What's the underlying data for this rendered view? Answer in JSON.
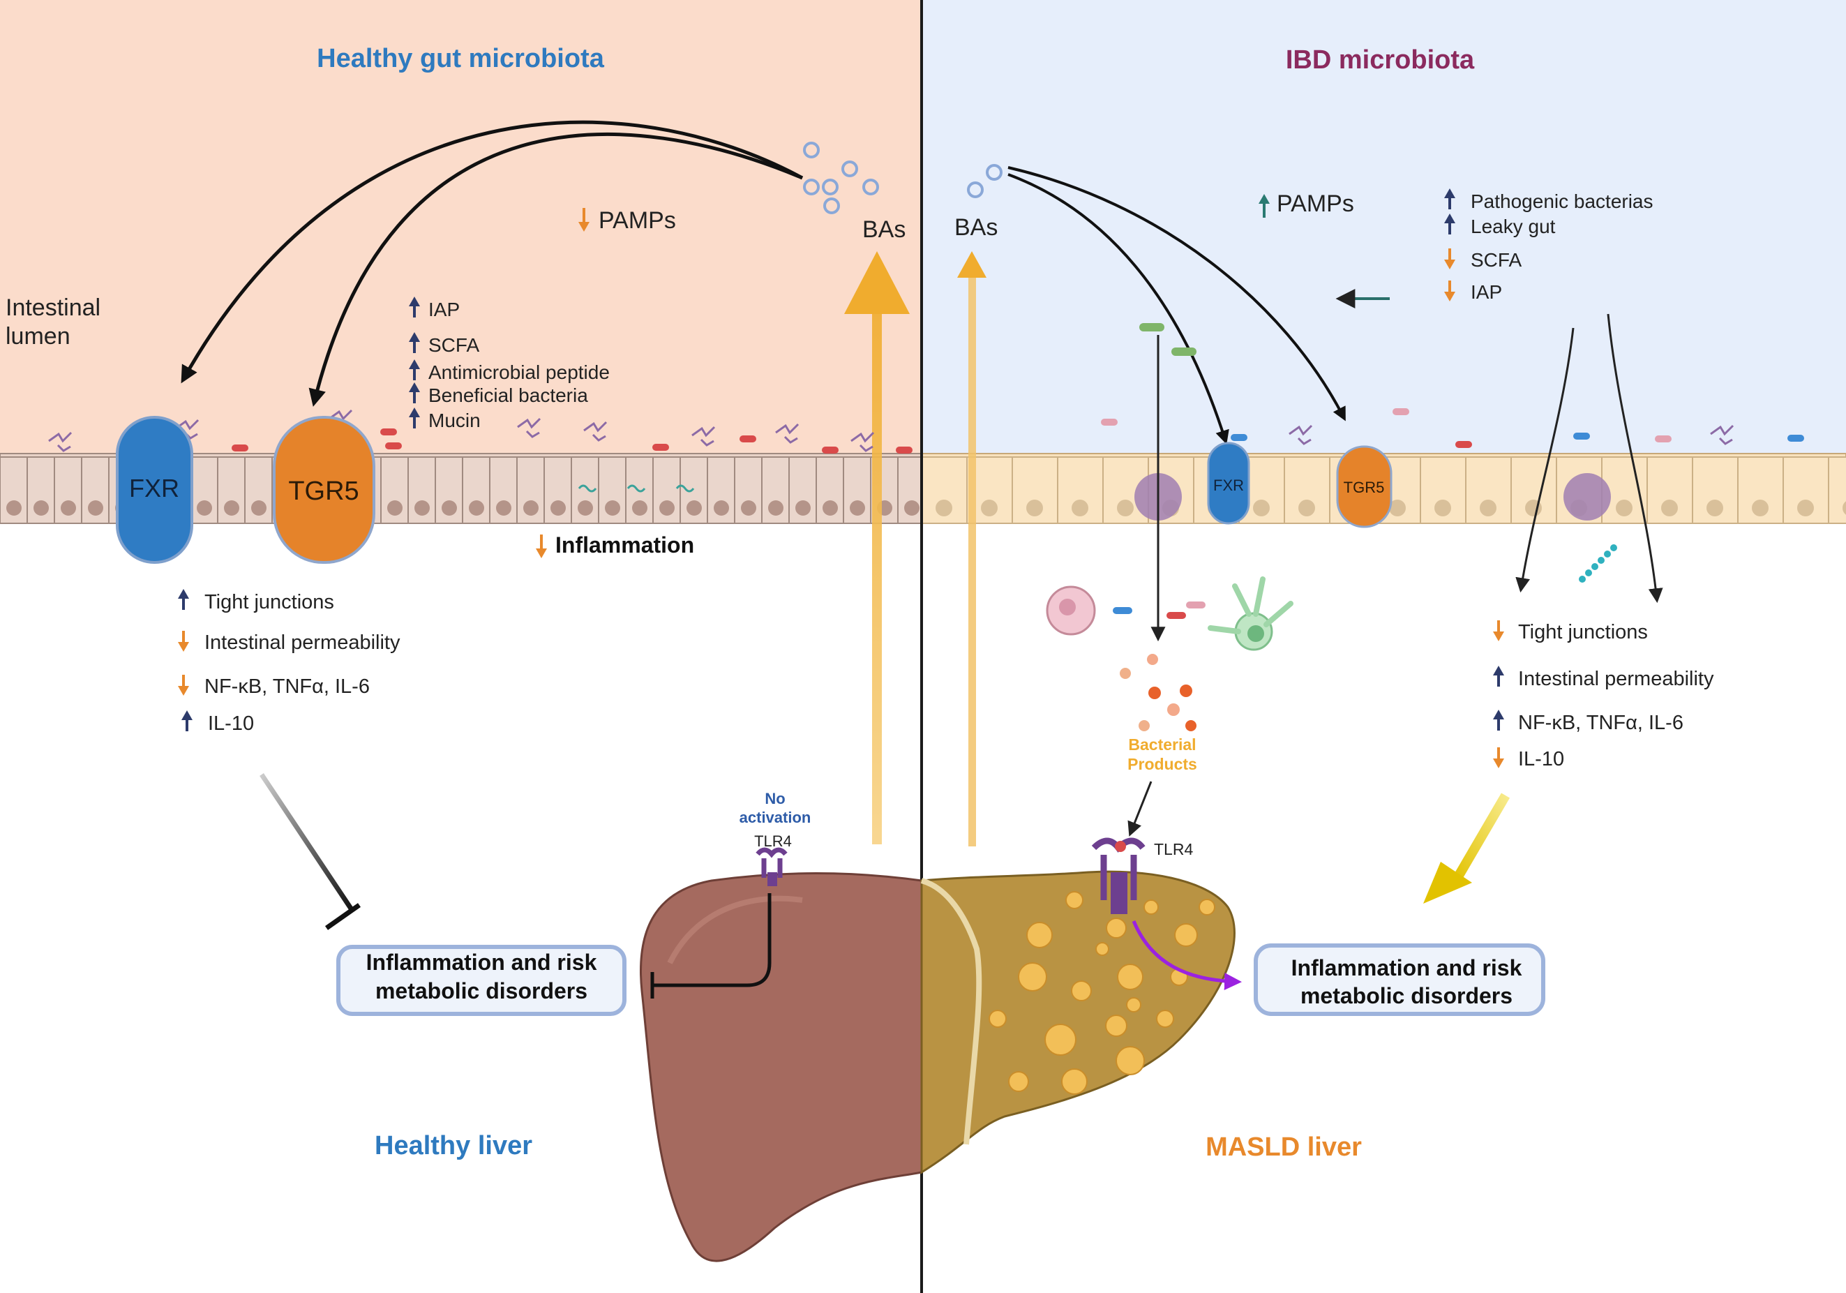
{
  "colors": {
    "healthy_bg": "#fbdccb",
    "ibd_bg": "#e6eefb",
    "healthy_title": "#2e7abf",
    "ibd_title": "#8b2a5e",
    "fxr": "#2f7cc4",
    "tgr5": "#e5832a",
    "ba_arrow": "#f0b23c",
    "up_arrow": "#2d3b6b",
    "down_arrow": "#e8892c",
    "liver_healthy": "#a56a5f",
    "liver_masld": "#b99343",
    "box_border": "#9db3dc"
  },
  "left": {
    "title": "Healthy gut microbiota",
    "lumen_label_line1": "Intestinal",
    "lumen_label_line2": "lumen",
    "pamps": "PAMPs",
    "bas": "BAs",
    "fxr": "FXR",
    "tgr5": "TGR5",
    "up_list": [
      "IAP",
      "SCFA",
      "Antimicrobial peptide",
      "Beneficial bacteria",
      "Mucin"
    ],
    "inflammation": "Inflammation",
    "effects": [
      {
        "dir": "up",
        "text": "Tight junctions"
      },
      {
        "dir": "down",
        "text": "Intestinal permeability"
      },
      {
        "dir": "down",
        "text": "NF-κB, TNFα, IL-6"
      },
      {
        "dir": "up",
        "text": "IL-10"
      }
    ],
    "no_activation_line1": "No",
    "no_activation_line2": "activation",
    "tlr4": "TLR4",
    "outcome_line1": "Inflammation and risk",
    "outcome_line2": "metabolic disorders",
    "liver_label": "Healthy liver"
  },
  "right": {
    "title": "IBD microbiota",
    "bas": "BAs",
    "pamps": "PAMPs",
    "status_list": [
      {
        "dir": "up",
        "text": "Pathogenic bacterias"
      },
      {
        "dir": "up",
        "text": "Leaky gut"
      },
      {
        "dir": "down",
        "text": "SCFA"
      },
      {
        "dir": "down",
        "text": "IAP"
      }
    ],
    "fxr": "FXR",
    "tgr5": "TGR5",
    "bacterial_products_line1": "Bacterial",
    "bacterial_products_line2": "Products",
    "tlr4": "TLR4",
    "effects": [
      {
        "dir": "down",
        "text": "Tight junctions"
      },
      {
        "dir": "up",
        "text": "Intestinal permeability"
      },
      {
        "dir": "up",
        "text": "NF-κB, TNFα, IL-6"
      },
      {
        "dir": "down",
        "text": "IL-10"
      }
    ],
    "outcome_line1": "Inflammation and risk",
    "outcome_line2": "metabolic disorders",
    "liver_label": "MASLD liver"
  }
}
